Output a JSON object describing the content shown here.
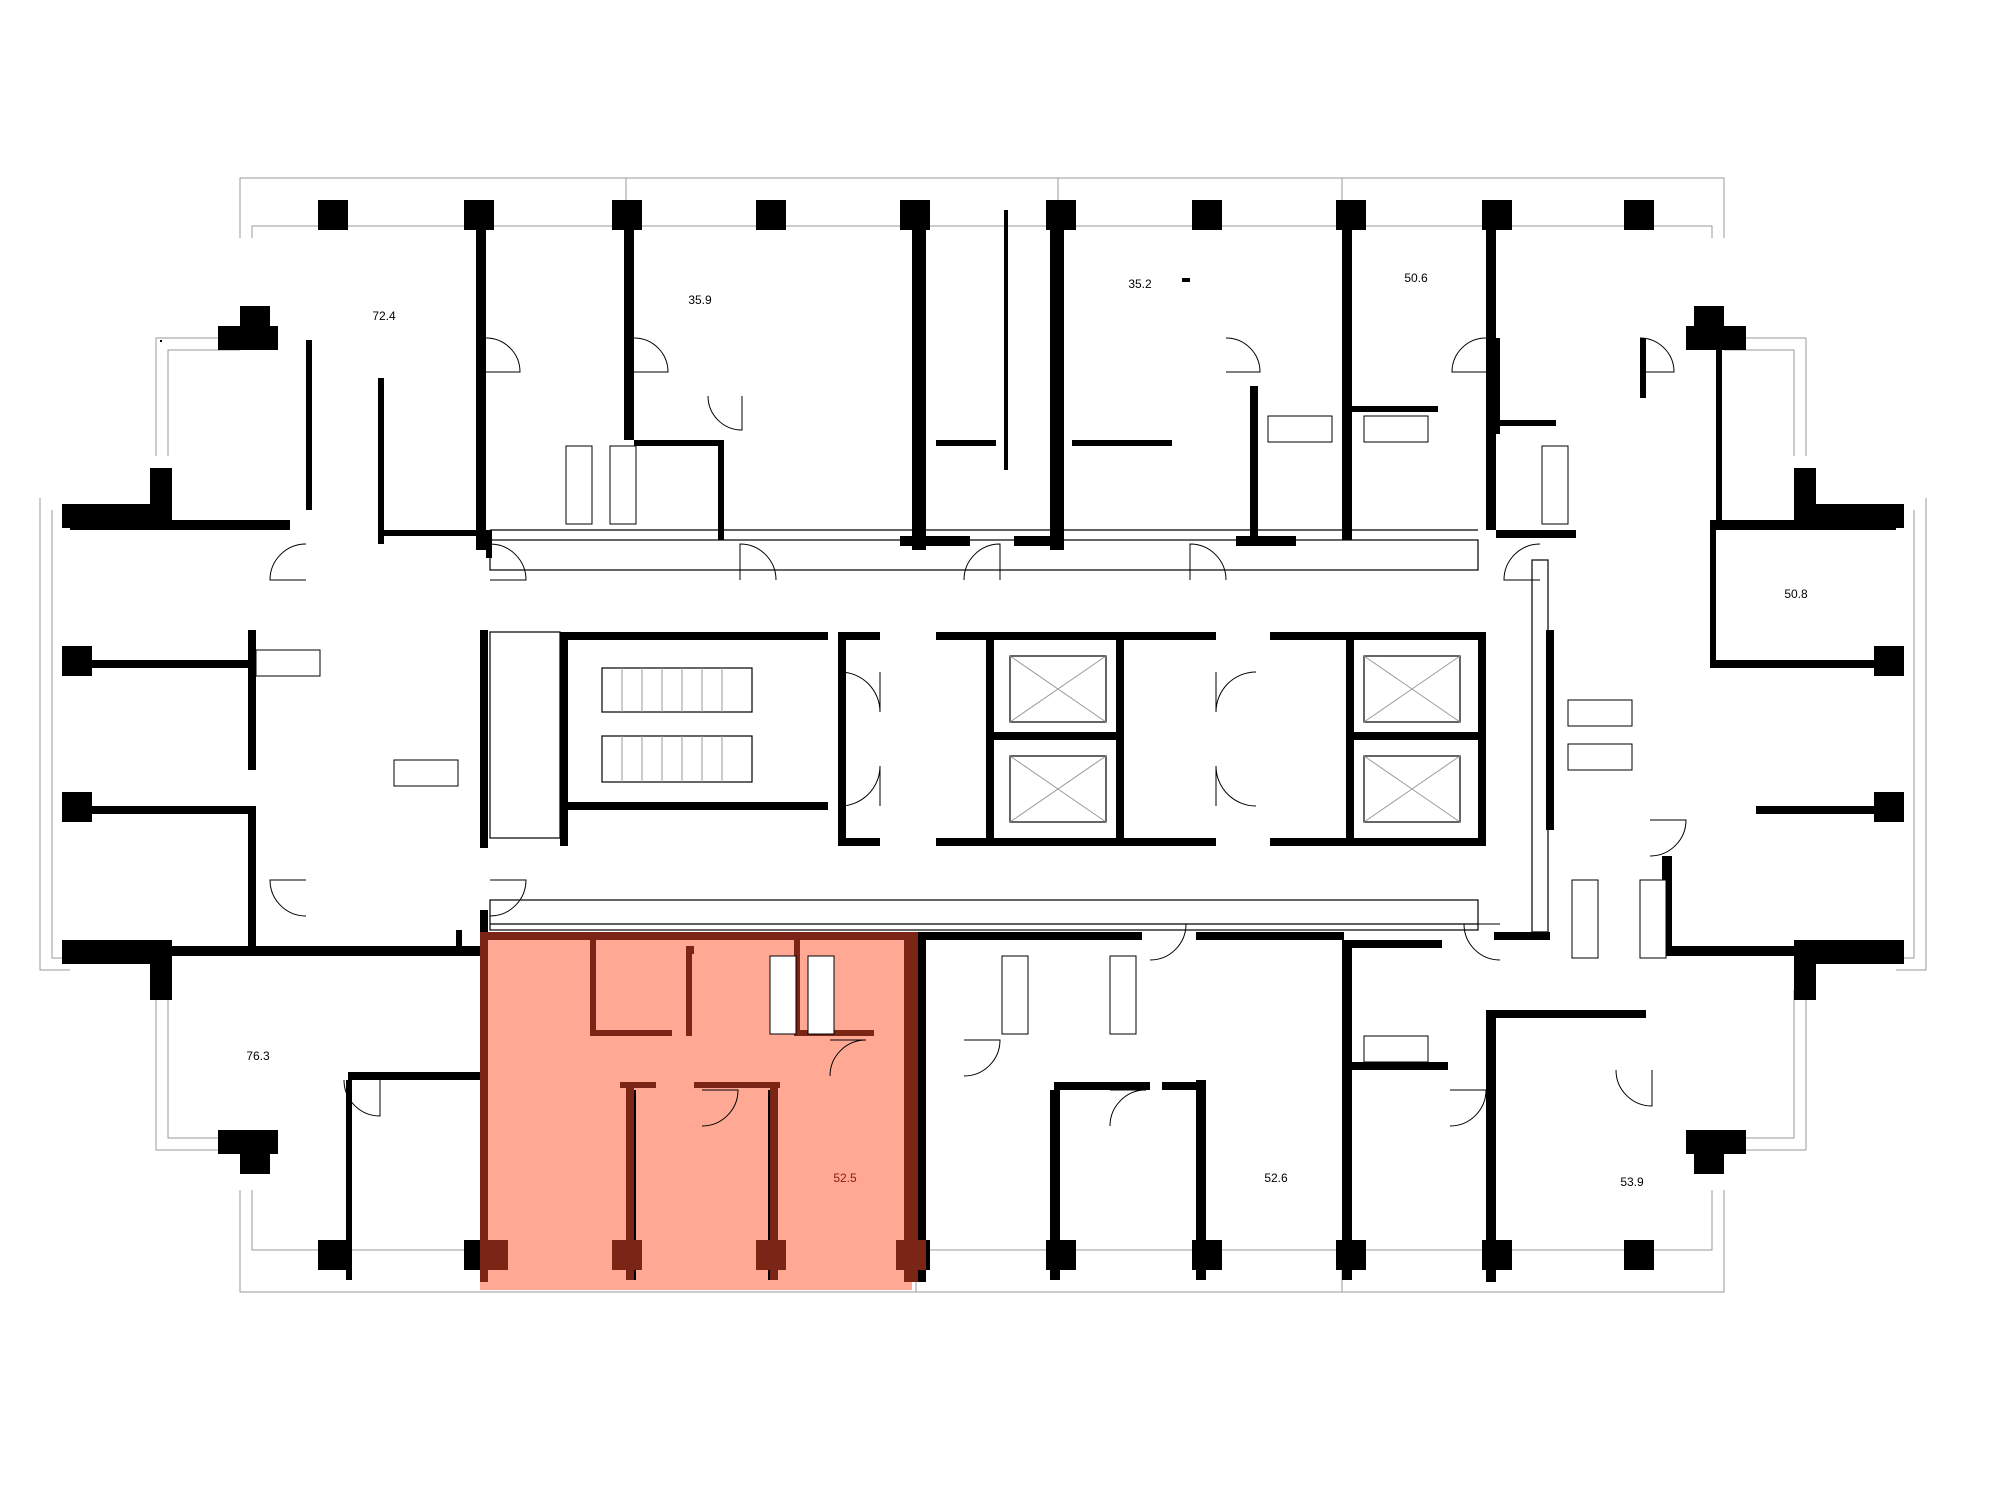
{
  "floor_plan": {
    "apartments": [
      {
        "id": "apt-724",
        "area": "72.4",
        "selected": false
      },
      {
        "id": "apt-359",
        "area": "35.9",
        "selected": false
      },
      {
        "id": "apt-352",
        "area": "35.2",
        "selected": false
      },
      {
        "id": "apt-506",
        "area": "50.6",
        "selected": false
      },
      {
        "id": "apt-508",
        "area": "50.8",
        "selected": false
      },
      {
        "id": "apt-763",
        "area": "76.3",
        "selected": false
      },
      {
        "id": "apt-525",
        "area": "52.5",
        "selected": true
      },
      {
        "id": "apt-526",
        "area": "52.6",
        "selected": false
      },
      {
        "id": "apt-539",
        "area": "53.9",
        "selected": false
      }
    ],
    "colors": {
      "selected_fill": "#ffa994",
      "selected_wall": "#7a2515",
      "wall": "#000000",
      "outline": "#9a9a9a"
    }
  }
}
